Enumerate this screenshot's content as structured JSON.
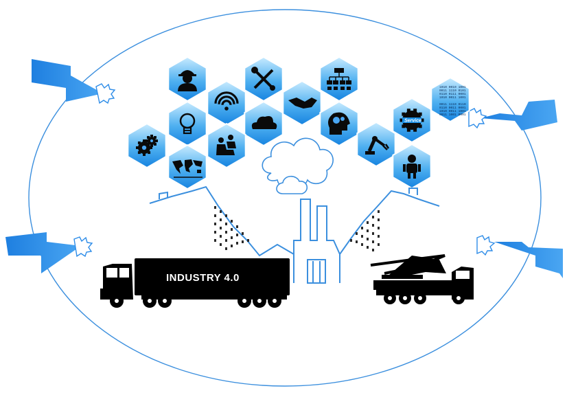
{
  "illustration": {
    "truck_label": "INDUSTRY 4.0",
    "binary_code_lines": [
      "1010 0010 1001",
      "0011 1110 0101",
      "0110 0111 0001",
      "1010 0011 1001",
      "",
      "0011 1110 0110",
      "0110 0011 0001",
      "1010 0011 1001",
      "0011 1001 0001"
    ],
    "service_label": "Service",
    "colors": {
      "hex_gradient_light": "#bfe6ff",
      "hex_gradient_dark": "#1a8fe6",
      "outline_blue": "#3b8fde",
      "bolt_blue": "#2d8ce8",
      "silhouette": "#000000"
    },
    "hexagon_icons": [
      "worker-icon",
      "wifi-icon",
      "tools-icon",
      "handshake-icon",
      "org-chart-icon",
      "binary-code-icon",
      "lightbulb-icon",
      "cloud-icon",
      "ai-head-icon",
      "service-gear-icon",
      "gears-icon",
      "people-icon",
      "robot-arm-icon",
      "robot-icon",
      "world-map-icon"
    ]
  }
}
